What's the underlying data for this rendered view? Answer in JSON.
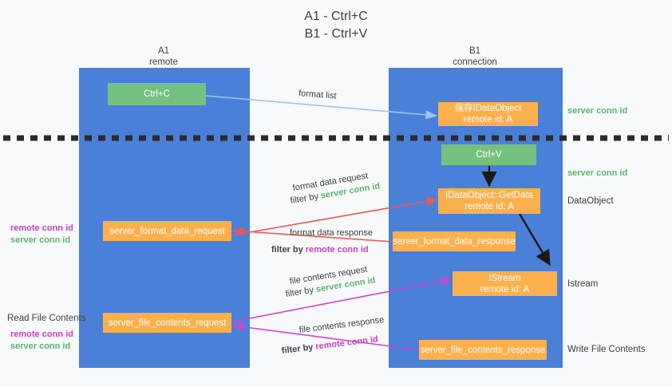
{
  "title": "A1 - Ctrl+C\nB1 - Ctrl+V",
  "colors": {
    "lane_blue": "#4a80d8",
    "box_green": "#76c182",
    "box_orange": "#fbb04c",
    "server_conn_green": "#5cb46e",
    "remote_conn_purple": "#c23fc2",
    "arrow_lightblue": "#9fc6ea",
    "arrow_red": "#e8584f",
    "arrow_magenta": "#cc44cc",
    "arrow_black": "#1a1a1a",
    "background": "#f8f9fa"
  },
  "lanes": [
    {
      "name": "A1",
      "sub": "remote",
      "label": "A1\nremote"
    },
    {
      "name": "B1",
      "sub": "connection",
      "label": "B1\nconnection"
    }
  ],
  "boxes": {
    "ctrl_c": "Ctrl+C",
    "ctrl_v": "Ctrl+V",
    "save_idataobject": "保存IDataObject\nremote id: A",
    "idataobject_getdata": "IDataObject::GetData\nremote id: A",
    "istream": "IStream\nremote id: A",
    "server_format_data_request": "server_format_data_request",
    "server_format_data_response": "server_format_data_response",
    "server_file_contents_request": "server_file_contents_request",
    "server_file_contents_response": "server_file_contents_response"
  },
  "arrow_notes": {
    "format_list": "format list",
    "format_data_request": "format data request",
    "format_data_request_filter_pre": "filter by ",
    "format_data_request_filter_key": "server conn id",
    "format_data_response": "format data response",
    "format_data_response_filter_pre": "filter by ",
    "format_data_response_filter_key": "remote conn id",
    "file_contents_request": "file contents request",
    "file_contents_request_filter_pre": "filter by ",
    "file_contents_request_filter_key": "server conn id",
    "file_contents_response": "file contents response",
    "file_contents_response_filter_pre": "filter by ",
    "file_contents_response_filter_key": "remote conn id"
  },
  "right_labels": {
    "server_conn_id_top": "server conn id",
    "server_conn_id_second": "server conn id",
    "dataobject": "DataObject",
    "istream": "Istream",
    "write_file_contents": "Write File Contents"
  },
  "left_labels": {
    "remote_conn_id_1": "remote conn id",
    "server_conn_id_1": "server conn id",
    "read_file_contents": "Read File Contents",
    "remote_conn_id_2": "remote conn id",
    "server_conn_id_2": "server conn id"
  }
}
